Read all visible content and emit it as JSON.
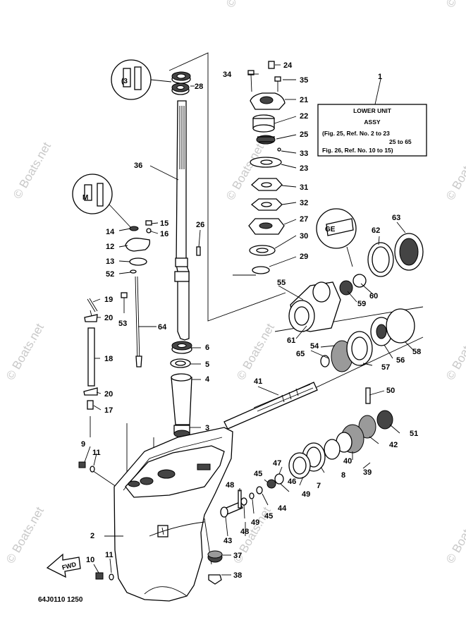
{
  "watermark": {
    "text": "© Boats.net",
    "color": "#c9c9c9"
  },
  "diagram_code": "64J0110 1250",
  "info_box": {
    "ref_number": "1",
    "line1": "LOWER UNIT",
    "line2": "ASSY",
    "line3": "(Fig. 25, Ref. No. 2 to 23",
    "line4": "25 to 65",
    "line5": "Fig. 26, Ref. No. 10 to 15)"
  },
  "fwd_label": "FWD",
  "callouts": {
    "c2": "2",
    "c3": "3",
    "c4": "4",
    "c5": "5",
    "c6": "6",
    "c7": "7",
    "c8": "8",
    "c9": "9",
    "c10": "10",
    "c11a": "11",
    "c11b": "11",
    "c12": "12",
    "c13": "13",
    "c14": "14",
    "c15": "15",
    "c16": "16",
    "c17": "17",
    "c18": "18",
    "c19": "19",
    "c20a": "20",
    "c20b": "20",
    "c21": "21",
    "c22": "22",
    "c23": "23",
    "c24": "24",
    "c25": "25",
    "c26": "26",
    "c27": "27",
    "c28": "28",
    "c29": "29",
    "c30": "30",
    "c31": "31",
    "c32": "32",
    "c33": "33",
    "c34": "34",
    "c35": "35",
    "c36": "36",
    "c37": "37",
    "c38": "38",
    "c39": "39",
    "c40": "40",
    "c41": "41",
    "c42": "42",
    "c43": "43",
    "c44": "44",
    "c45a": "45",
    "c45b": "45",
    "c46": "46",
    "c47": "47",
    "c48a": "48",
    "c48b": "48",
    "c49a": "49",
    "c49b": "49",
    "c50": "50",
    "c51": "51",
    "c52": "52",
    "c53": "53",
    "c54": "54",
    "c55": "55",
    "c56": "56",
    "c57": "57",
    "c58": "58",
    "c59": "59",
    "c60": "60",
    "c61": "61",
    "c62": "62",
    "c63": "63",
    "c64": "64",
    "c65": "65"
  }
}
